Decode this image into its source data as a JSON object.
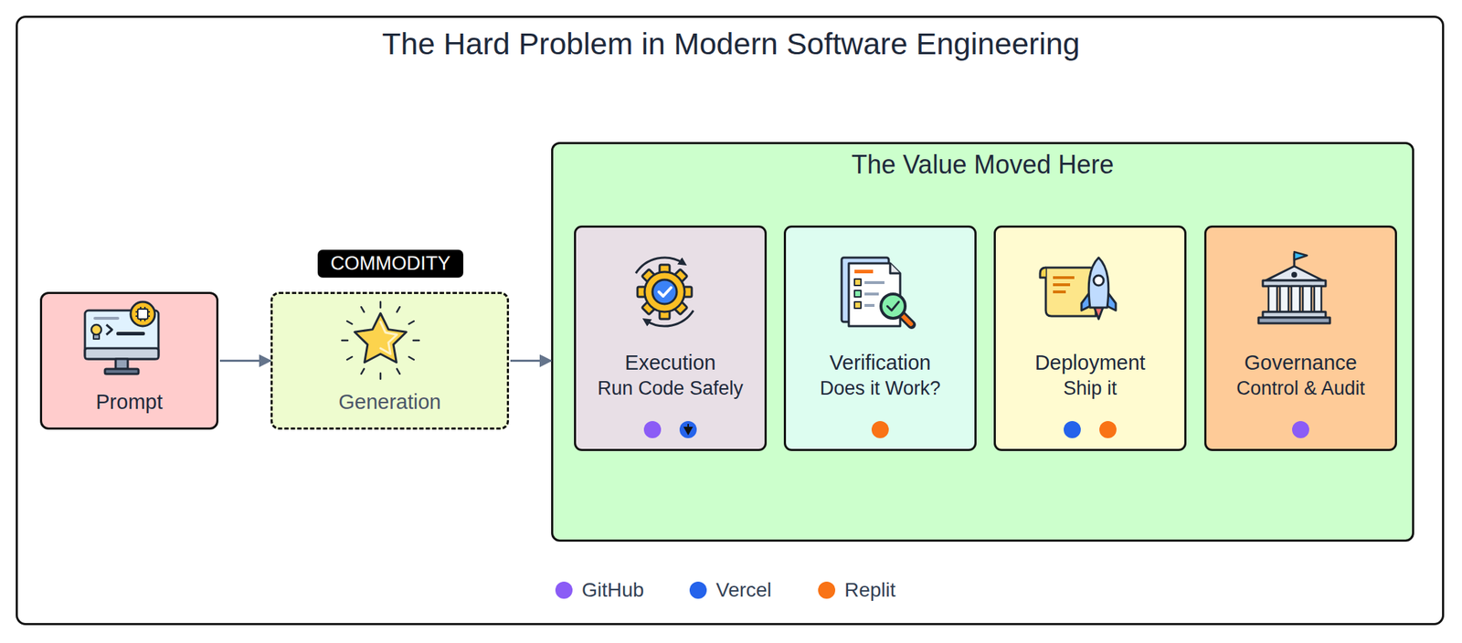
{
  "diagram": {
    "title": "The Hard Problem in Modern Software Engineering",
    "nodes": [
      {
        "text": [
          "Prompt"
        ]
      },
      {
        "text": [
          "Generation"
        ]
      },
      {
        "text": [
          "The Value Moved Here"
        ]
      },
      {
        "text": [
          "Execution",
          "Run Code Safely"
        ],
        "in": 2
      },
      {
        "text": [
          "Verification",
          "Does it Work?"
        ],
        "in": 2
      },
      {
        "text": [
          "Deployment",
          "Ship it"
        ],
        "in": 2
      },
      {
        "text": [
          "Governance",
          "Control & Audit"
        ],
        "in": 2
      }
    ],
    "edges": [
      {
        "from": 0,
        "to": 1,
        "arrow": "to"
      },
      {
        "from": 1,
        "to": 2,
        "arrow": "to"
      }
    ],
    "labels": [
      "COMMODITY"
    ],
    "legend": [
      {
        "text": "GitHub",
        "color": "#8b5cf6"
      },
      {
        "text": "Vercel",
        "color": "#2563eb"
      },
      {
        "text": "Replit",
        "color": "#f97316"
      }
    ]
  }
}
